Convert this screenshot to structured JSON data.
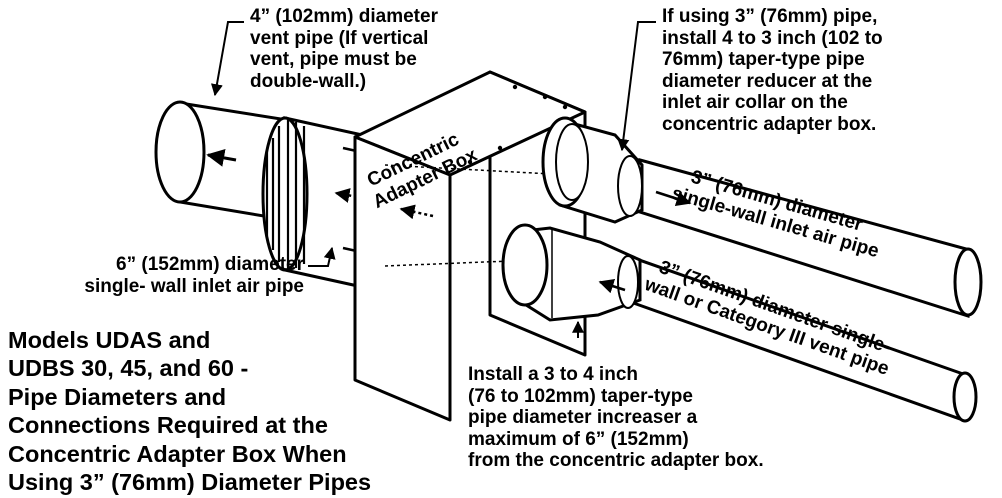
{
  "callouts": {
    "vent_pipe_4in": [
      "4” (102mm) diameter",
      "vent pipe (If vertical",
      "vent, pipe must be",
      "double-wall.)"
    ],
    "reducer_note": [
      "If using 3” (76mm) pipe,",
      "install 4 to 3 inch (102 to",
      "76mm) taper-type pipe",
      "diameter reducer at the",
      "inlet air collar on the",
      "concentric adapter box."
    ],
    "inlet_6in": [
      "6” (152mm) diameter",
      "single- wall inlet air pipe"
    ],
    "increaser_note": [
      "Install a 3 to 4 inch",
      "(76 to 102mm) taper-type",
      "pipe diameter increaser a",
      "maximum of 6” (152mm)",
      "from the concentric adapter box."
    ]
  },
  "title": [
    "Models UDAS and",
    "UDBS 30, 45, and 60 -",
    "Pipe Diameters and",
    "Connections Required at the",
    "Concentric Adapter Box When",
    "Using 3” (76mm) Diameter Pipes"
  ],
  "box_label": [
    "Concentric",
    "Adapter Box"
  ],
  "pipe_labels": {
    "inlet_3in": [
      "3” (76mm) diameter",
      "single-wall inlet air pipe"
    ],
    "vent_3in": [
      "3” (76mm) diameter single-",
      "wall or Category III vent pipe"
    ]
  }
}
